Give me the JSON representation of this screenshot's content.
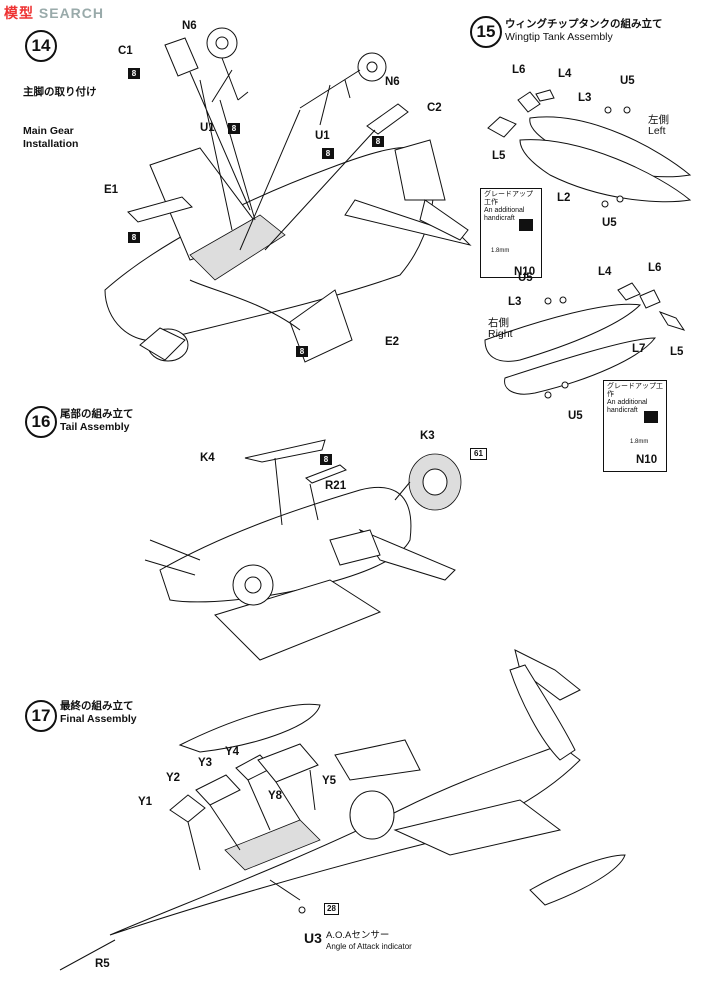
{
  "watermark": {
    "part_a": "模型",
    "part_b": "SEARCH"
  },
  "steps": {
    "s14": {
      "number": "14",
      "title_jp": "主脚の取り付け",
      "title_en": "Main Gear\nInstallation"
    },
    "s15": {
      "number": "15",
      "title_jp": "ウィングチップタンクの組み立て",
      "title_en": "Wingtip Tank Assembly"
    },
    "s16": {
      "number": "16",
      "title_jp": "尾部の組み立て",
      "title_en": "Tail Assembly"
    },
    "s17": {
      "number": "17",
      "title_jp": "最終の組み立て",
      "title_en": "Final Assembly"
    }
  },
  "parts14": {
    "c1": "C1",
    "n6a": "N6",
    "n6b": "N6",
    "u1a": "U1",
    "u1b": "U1",
    "c2": "C2",
    "e1": "E1",
    "e2": "E2"
  },
  "parts15": {
    "l6a": "L6",
    "l4a": "L4",
    "u5a": "U5",
    "l3a": "L3",
    "l5a": "L5",
    "l2": "L2",
    "u5b": "U5",
    "left_jp": "左側",
    "left_en": "Left",
    "n10a": "N10",
    "l4b": "L4",
    "l6b": "L6",
    "u5c": "U5",
    "l3b": "L3",
    "right_jp": "右側",
    "right_en": "Right",
    "l7": "L7",
    "l5b": "L5",
    "u5d": "U5",
    "n10b": "N10"
  },
  "upgrade": {
    "jp": "グレードアップ工作",
    "en": "An additional handicraft",
    "dim": "1.8mm"
  },
  "parts16": {
    "k4": "K4",
    "k3": "K3",
    "r21": "R21"
  },
  "parts17": {
    "y1": "Y1",
    "y2": "Y2",
    "y3": "Y3",
    "y4": "Y4",
    "y5": "Y5",
    "y8": "Y8",
    "u3": "U3",
    "u3_jp": "A.O.Aセンサー",
    "u3_en": "Angle of Attack indicator",
    "r5": "R5"
  },
  "badges": {
    "eight": "8",
    "sixtyone": "61",
    "twentyeight": "28"
  }
}
